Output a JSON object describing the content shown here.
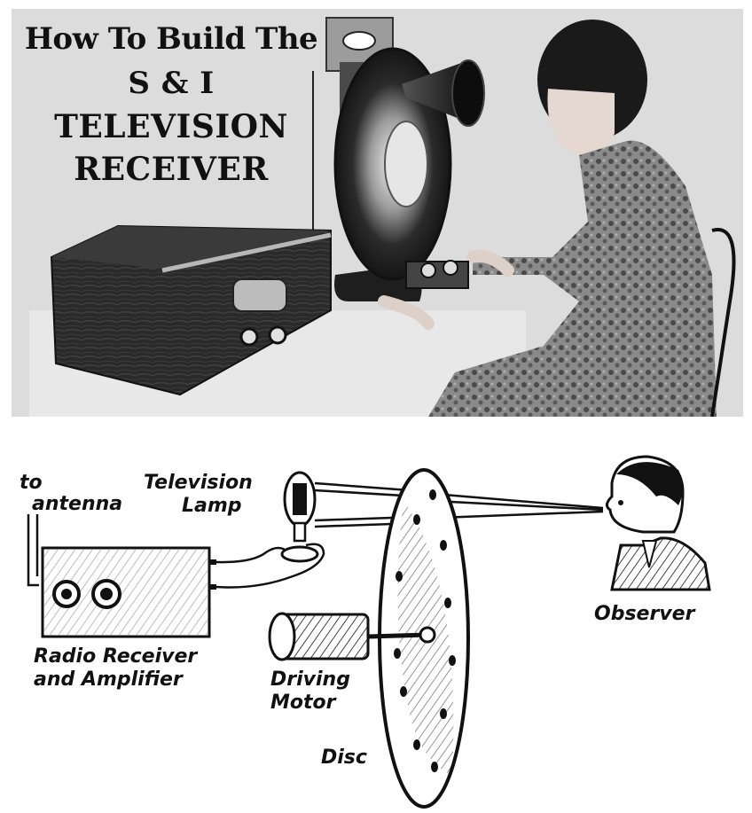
{
  "headline": {
    "line1": "How To Build The",
    "line2": "S & I",
    "line3": "TELEVISION",
    "line4": "RECEIVER"
  },
  "diagram": {
    "labels": {
      "antenna_line1": "to",
      "antenna_line2": "antenna",
      "lamp_line1": "Television",
      "lamp_line2": "Lamp",
      "receiver_line1": "Radio Receiver",
      "receiver_line2": "and Amplifier",
      "motor_line1": "Driving",
      "motor_line2": "Motor",
      "disc": "Disc",
      "observer": "Observer"
    }
  },
  "colors": {
    "ink": "#111111",
    "photo_bg": "#d9d9d9",
    "paper": "#ffffff"
  }
}
